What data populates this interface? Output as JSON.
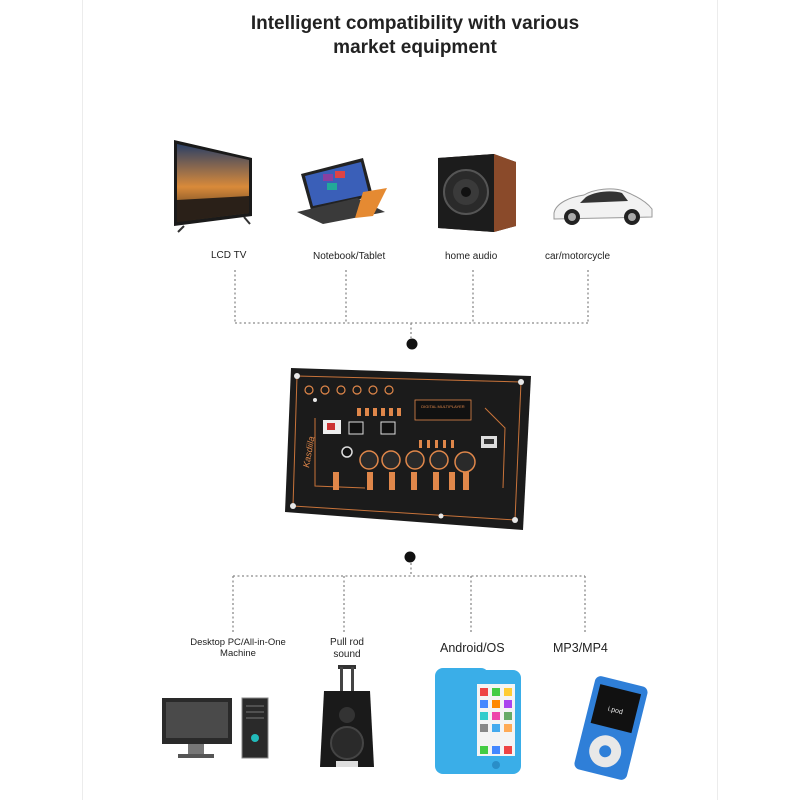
{
  "title": {
    "line1": "Intelligent compatibility with various",
    "line2": "market equipment"
  },
  "top_devices": [
    {
      "label": "LCD TV",
      "icon": "lcd-tv-icon"
    },
    {
      "label": "Notebook/Tablet",
      "icon": "laptop-tablet-icon"
    },
    {
      "label": "home audio",
      "icon": "home-speaker-icon"
    },
    {
      "label": "car/motorcycle",
      "icon": "car-icon"
    }
  ],
  "bottom_devices": [
    {
      "label_line1": "Desktop PC/All-in-One",
      "label_line2": "Machine",
      "icon": "desktop-pc-icon"
    },
    {
      "label_line1": "Pull rod",
      "label_line2": "sound",
      "icon": "trolley-speaker-icon"
    },
    {
      "label_line1": "Android/OS",
      "icon": "smartphone-icon"
    },
    {
      "label_line1": "MP3/MP4",
      "icon": "mp3-player-icon"
    }
  ],
  "board": {
    "display_text": "DIGITAL MULTIPLAYER",
    "brand": "Kasdiila",
    "ipod_text": "i.pod",
    "colors": {
      "pcb": "#1b1b1b",
      "trace": "#c8733a",
      "accent": "#e0874a"
    }
  }
}
